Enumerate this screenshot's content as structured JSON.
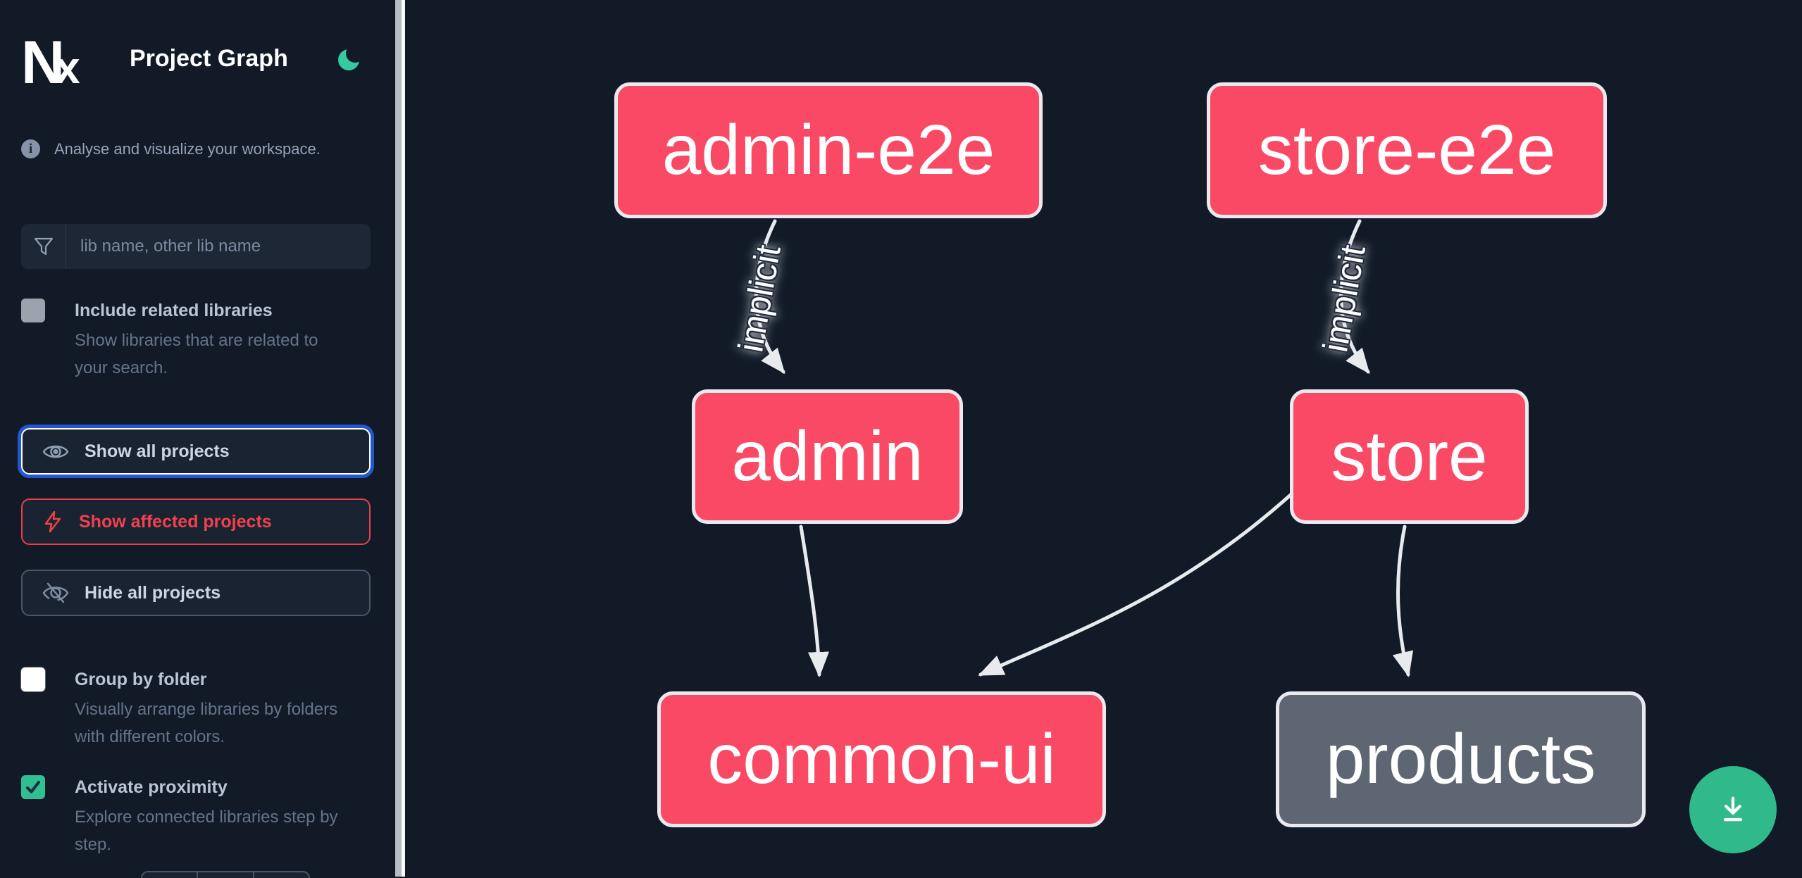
{
  "header": {
    "app_name": "Nx",
    "title": "Project Graph",
    "theme_icon": "moon-icon"
  },
  "sidebar": {
    "tagline": "Analyse and visualize your workspace.",
    "search": {
      "icon": "funnel-icon",
      "placeholder": "lib name, other lib name",
      "value": ""
    },
    "toggles": [
      {
        "label": "Include related libraries",
        "description": "Show libraries that are related to your search.",
        "checked": false,
        "enabled": false
      },
      {
        "label": "Group by folder",
        "description": "Visually arrange libraries by folders with different colors.",
        "checked": false,
        "enabled": true
      },
      {
        "label": "Activate proximity",
        "description": "Explore connected libraries step by step.",
        "checked": true,
        "enabled": true
      }
    ],
    "buttons": [
      {
        "label": "Show all projects",
        "icon": "eye-icon",
        "state": "focused"
      },
      {
        "label": "Show affected projects",
        "icon": "bolt-icon",
        "state": "affected"
      },
      {
        "label": "Hide all projects",
        "icon": "eye-off-icon",
        "state": "default"
      }
    ]
  },
  "graph": {
    "nodes": [
      {
        "label": "admin-e2e",
        "color": "#fa4964"
      },
      {
        "label": "store-e2e",
        "color": "#fa4964"
      },
      {
        "label": "admin",
        "color": "#fa4964"
      },
      {
        "label": "store",
        "color": "#fa4964"
      },
      {
        "label": "common-ui",
        "color": "#fa4964"
      },
      {
        "label": "products",
        "color": "#5f6673"
      }
    ],
    "edges": [
      {
        "from": "admin-e2e",
        "to": "admin",
        "label": "implicit"
      },
      {
        "from": "store-e2e",
        "to": "store",
        "label": "implicit"
      },
      {
        "from": "admin",
        "to": "common-ui",
        "label": ""
      },
      {
        "from": "store",
        "to": "common-ui",
        "label": ""
      },
      {
        "from": "store",
        "to": "products",
        "label": ""
      }
    ]
  },
  "actions": {
    "download_icon": "download-icon"
  },
  "colors": {
    "background": "#121a28",
    "node_pink": "#fa4964",
    "node_gray": "#5f6673",
    "node_border": "#eaeaee",
    "edge": "#e8eaee",
    "focus_blue": "#2257d0",
    "affected_red": "#ef4149",
    "accent_green": "#30ba8b",
    "checkbox_green": "#2fbf90",
    "moon_green": "#36c9a0"
  }
}
